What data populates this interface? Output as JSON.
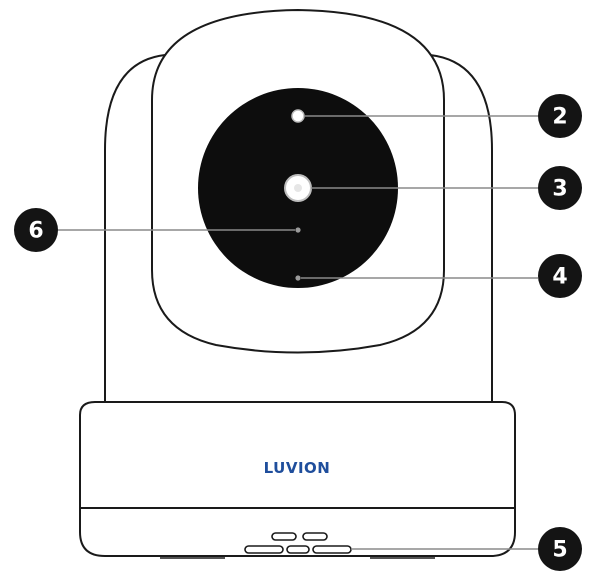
{
  "brand": {
    "text": "LUVION",
    "color": "#1f4e9c"
  },
  "colors": {
    "outline": "#1a1a1a",
    "lens_panel": "#0d0d0d",
    "leader": "#8a8a8a",
    "badge": "#141414"
  },
  "callouts": [
    {
      "number": "2",
      "target": "top sensor"
    },
    {
      "number": "3",
      "target": "camera lens"
    },
    {
      "number": "4",
      "target": "lower sensor"
    },
    {
      "number": "5",
      "target": "speaker vents"
    },
    {
      "number": "6",
      "target": "microphone"
    }
  ]
}
